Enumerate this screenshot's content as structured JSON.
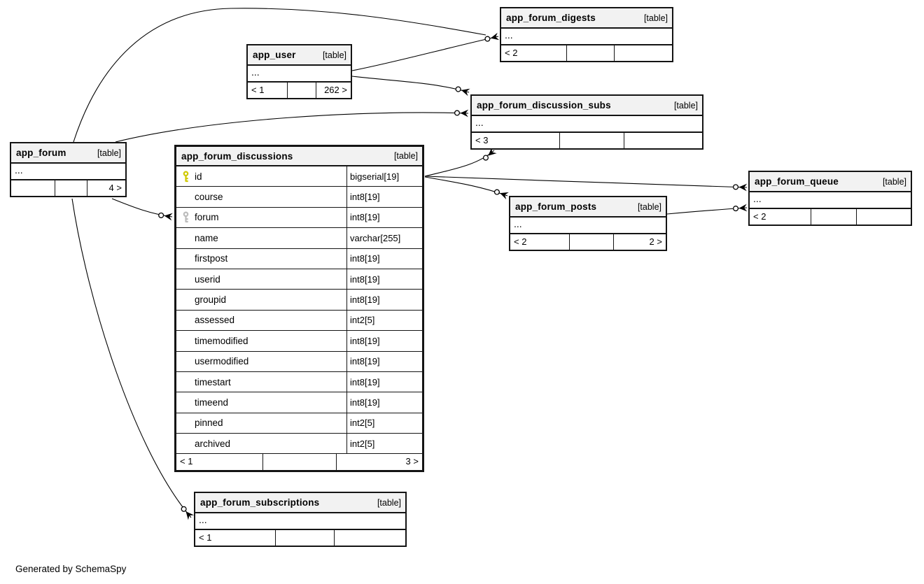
{
  "diagram": {
    "footer_note": "Generated by SchemaSpy",
    "colors": {
      "header_bg": "#f2f2f2",
      "border": "#141414",
      "primary_key": "#d0c900",
      "foreign_key": "#bcbcbc"
    },
    "tables": {
      "app_forum_digests": {
        "title": "app_forum_digests",
        "tag": "[table]",
        "ellipsis": "...",
        "footer": [
          "< 2",
          "",
          ""
        ]
      },
      "app_user": {
        "title": "app_user",
        "tag": "[table]",
        "ellipsis": "...",
        "footer": [
          "< 1",
          "",
          "262 >"
        ]
      },
      "app_forum_discussion_subs": {
        "title": "app_forum_discussion_subs",
        "tag": "[table]",
        "ellipsis": "...",
        "footer": [
          "< 3",
          "",
          ""
        ]
      },
      "app_forum": {
        "title": "app_forum",
        "tag": "[table]",
        "ellipsis": "...",
        "footer": [
          "",
          "",
          "4 >"
        ]
      },
      "app_forum_posts": {
        "title": "app_forum_posts",
        "tag": "[table]",
        "ellipsis": "...",
        "footer": [
          "< 2",
          "",
          "2 >"
        ]
      },
      "app_forum_queue": {
        "title": "app_forum_queue",
        "tag": "[table]",
        "ellipsis": "...",
        "footer": [
          "< 2",
          "",
          ""
        ]
      },
      "app_forum_subscriptions": {
        "title": "app_forum_subscriptions",
        "tag": "[table]",
        "ellipsis": "...",
        "footer": [
          "< 1",
          "",
          ""
        ]
      },
      "app_forum_discussions": {
        "title": "app_forum_discussions",
        "tag": "[table]",
        "columns": [
          {
            "name": "id",
            "type": "bigserial[19]",
            "key": "primary"
          },
          {
            "name": "course",
            "type": "int8[19]",
            "key": ""
          },
          {
            "name": "forum",
            "type": "int8[19]",
            "key": "foreign"
          },
          {
            "name": "name",
            "type": "varchar[255]",
            "key": ""
          },
          {
            "name": "firstpost",
            "type": "int8[19]",
            "key": ""
          },
          {
            "name": "userid",
            "type": "int8[19]",
            "key": ""
          },
          {
            "name": "groupid",
            "type": "int8[19]",
            "key": ""
          },
          {
            "name": "assessed",
            "type": "int2[5]",
            "key": ""
          },
          {
            "name": "timemodified",
            "type": "int8[19]",
            "key": ""
          },
          {
            "name": "usermodified",
            "type": "int8[19]",
            "key": ""
          },
          {
            "name": "timestart",
            "type": "int8[19]",
            "key": ""
          },
          {
            "name": "timeend",
            "type": "int8[19]",
            "key": ""
          },
          {
            "name": "pinned",
            "type": "int2[5]",
            "key": ""
          },
          {
            "name": "archived",
            "type": "int2[5]",
            "key": ""
          }
        ],
        "footer": [
          "< 1",
          "",
          "3 >"
        ]
      }
    }
  }
}
